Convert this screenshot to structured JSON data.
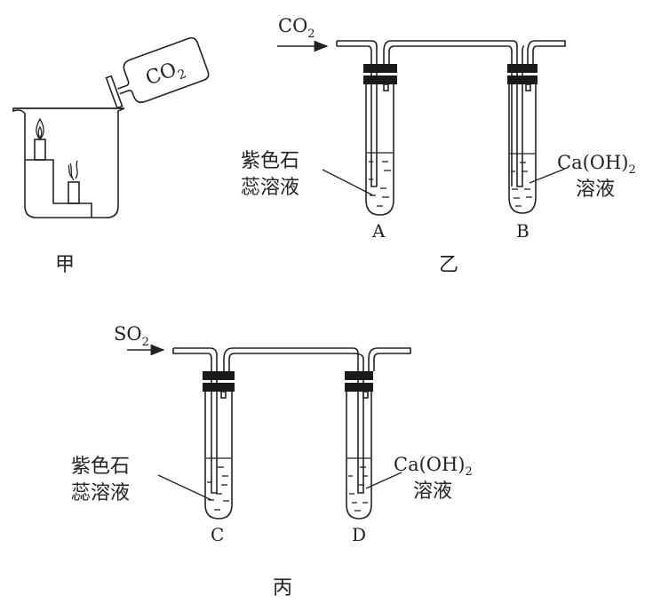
{
  "figures": {
    "jia": {
      "caption": "甲",
      "bottle_label_main": "CO",
      "bottle_label_sub": "2"
    },
    "yi": {
      "caption": "乙",
      "gas_main": "CO",
      "gas_sub": "2",
      "tube_a": {
        "letter": "A",
        "label_line1": "紫色石",
        "label_line2": "蕊溶液"
      },
      "tube_b": {
        "letter": "B",
        "label_line1_main": "Ca(OH)",
        "label_line1_sub": "2",
        "label_line2": "溶液"
      }
    },
    "bing": {
      "caption": "丙",
      "gas_main": "SO",
      "gas_sub": "2",
      "tube_c": {
        "letter": "C",
        "label_line1": "紫色石",
        "label_line2": "蕊溶液"
      },
      "tube_d": {
        "letter": "D",
        "label_line1_main": "Ca(OH)",
        "label_line1_sub": "2",
        "label_line2": "溶液"
      }
    }
  }
}
